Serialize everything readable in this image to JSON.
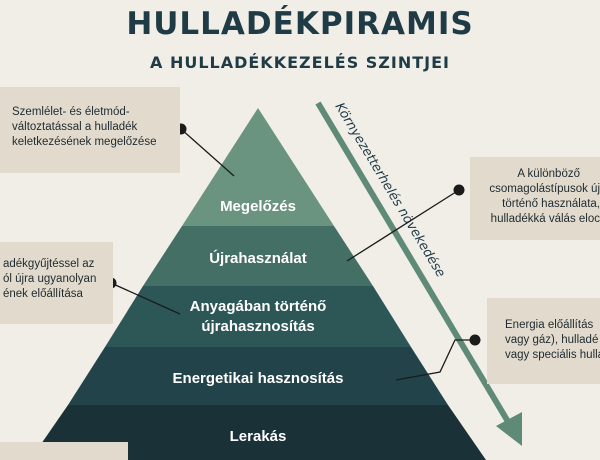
{
  "title": "HULLADÉKPIRAMIS",
  "subtitle": "A HULLADÉKKEZELÉS SZINTJEI",
  "arrow_label": "Környezetterhelés növekedése",
  "levels": [
    {
      "label_lines": [
        "Megelőzés"
      ],
      "color": "#6b9480"
    },
    {
      "label_lines": [
        "Újrahasználat"
      ],
      "color": "#446f64"
    },
    {
      "label_lines": [
        "Anyagában történő",
        "újrahasznosítás"
      ],
      "color": "#2d5656"
    },
    {
      "label_lines": [
        "Energetikai hasznosítás"
      ],
      "color": "#23434a"
    },
    {
      "label_lines": [
        "Lerakás"
      ],
      "color": "#1a3138"
    }
  ],
  "callouts": {
    "left_top": [
      "Szemlélet- és életmód-",
      "változtatással a hulladék",
      "keletkezésének megelőzése"
    ],
    "left_mid": [
      "adékgyűjtéssel az",
      "ól újra ugyanolyan",
      "ének előállítása"
    ],
    "right_top": [
      "A különböző",
      "csomagolástípusok új",
      "történő használata,",
      "hulladékká válás eloc"
    ],
    "right_mid": [
      "Energia előállítás",
      "vagy gáz), hulladé",
      "vagy speciális hulla"
    ]
  },
  "colors": {
    "background": "#f1eee7",
    "callout_bg": "#e2dbcd",
    "title": "#1f3b46",
    "arrow": "#5f8a78",
    "dot": "#1b1b1b"
  }
}
